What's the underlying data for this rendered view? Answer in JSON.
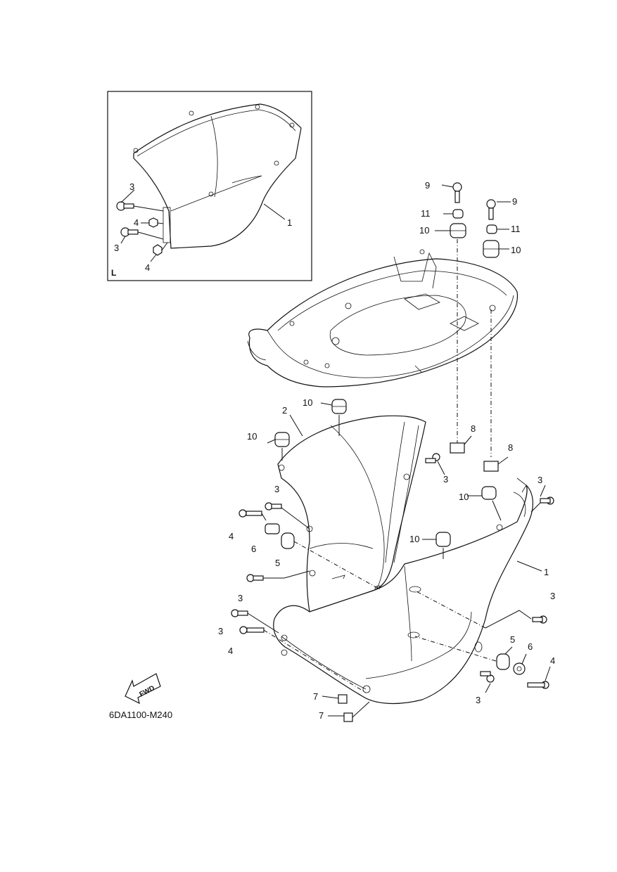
{
  "inset": {
    "corner_label": "L"
  },
  "diagram_code": "6DA1100-M240",
  "fwd_label": "FWD",
  "callouts": {
    "inset_1": "1",
    "inset_3a": "3",
    "inset_4a": "4",
    "inset_3b": "3",
    "inset_4b": "4",
    "c9a": "9",
    "c11a": "11",
    "c10a": "10",
    "c9b": "9",
    "c11b": "11",
    "c10b": "10",
    "c2": "2",
    "c10c": "10",
    "c10d": "10",
    "c8a": "8",
    "c8b": "8",
    "c3a": "3",
    "c3b": "3",
    "c10e": "10",
    "c3c": "3",
    "c4a": "4",
    "c6a": "6",
    "c5a": "5",
    "c10f": "10",
    "c1": "1",
    "c3d": "3",
    "c3e": "3",
    "c3f": "3",
    "c4b": "4",
    "c5b": "5",
    "c6b": "6",
    "c4c": "4",
    "c3g": "3",
    "c7a": "7",
    "c7b": "7"
  }
}
